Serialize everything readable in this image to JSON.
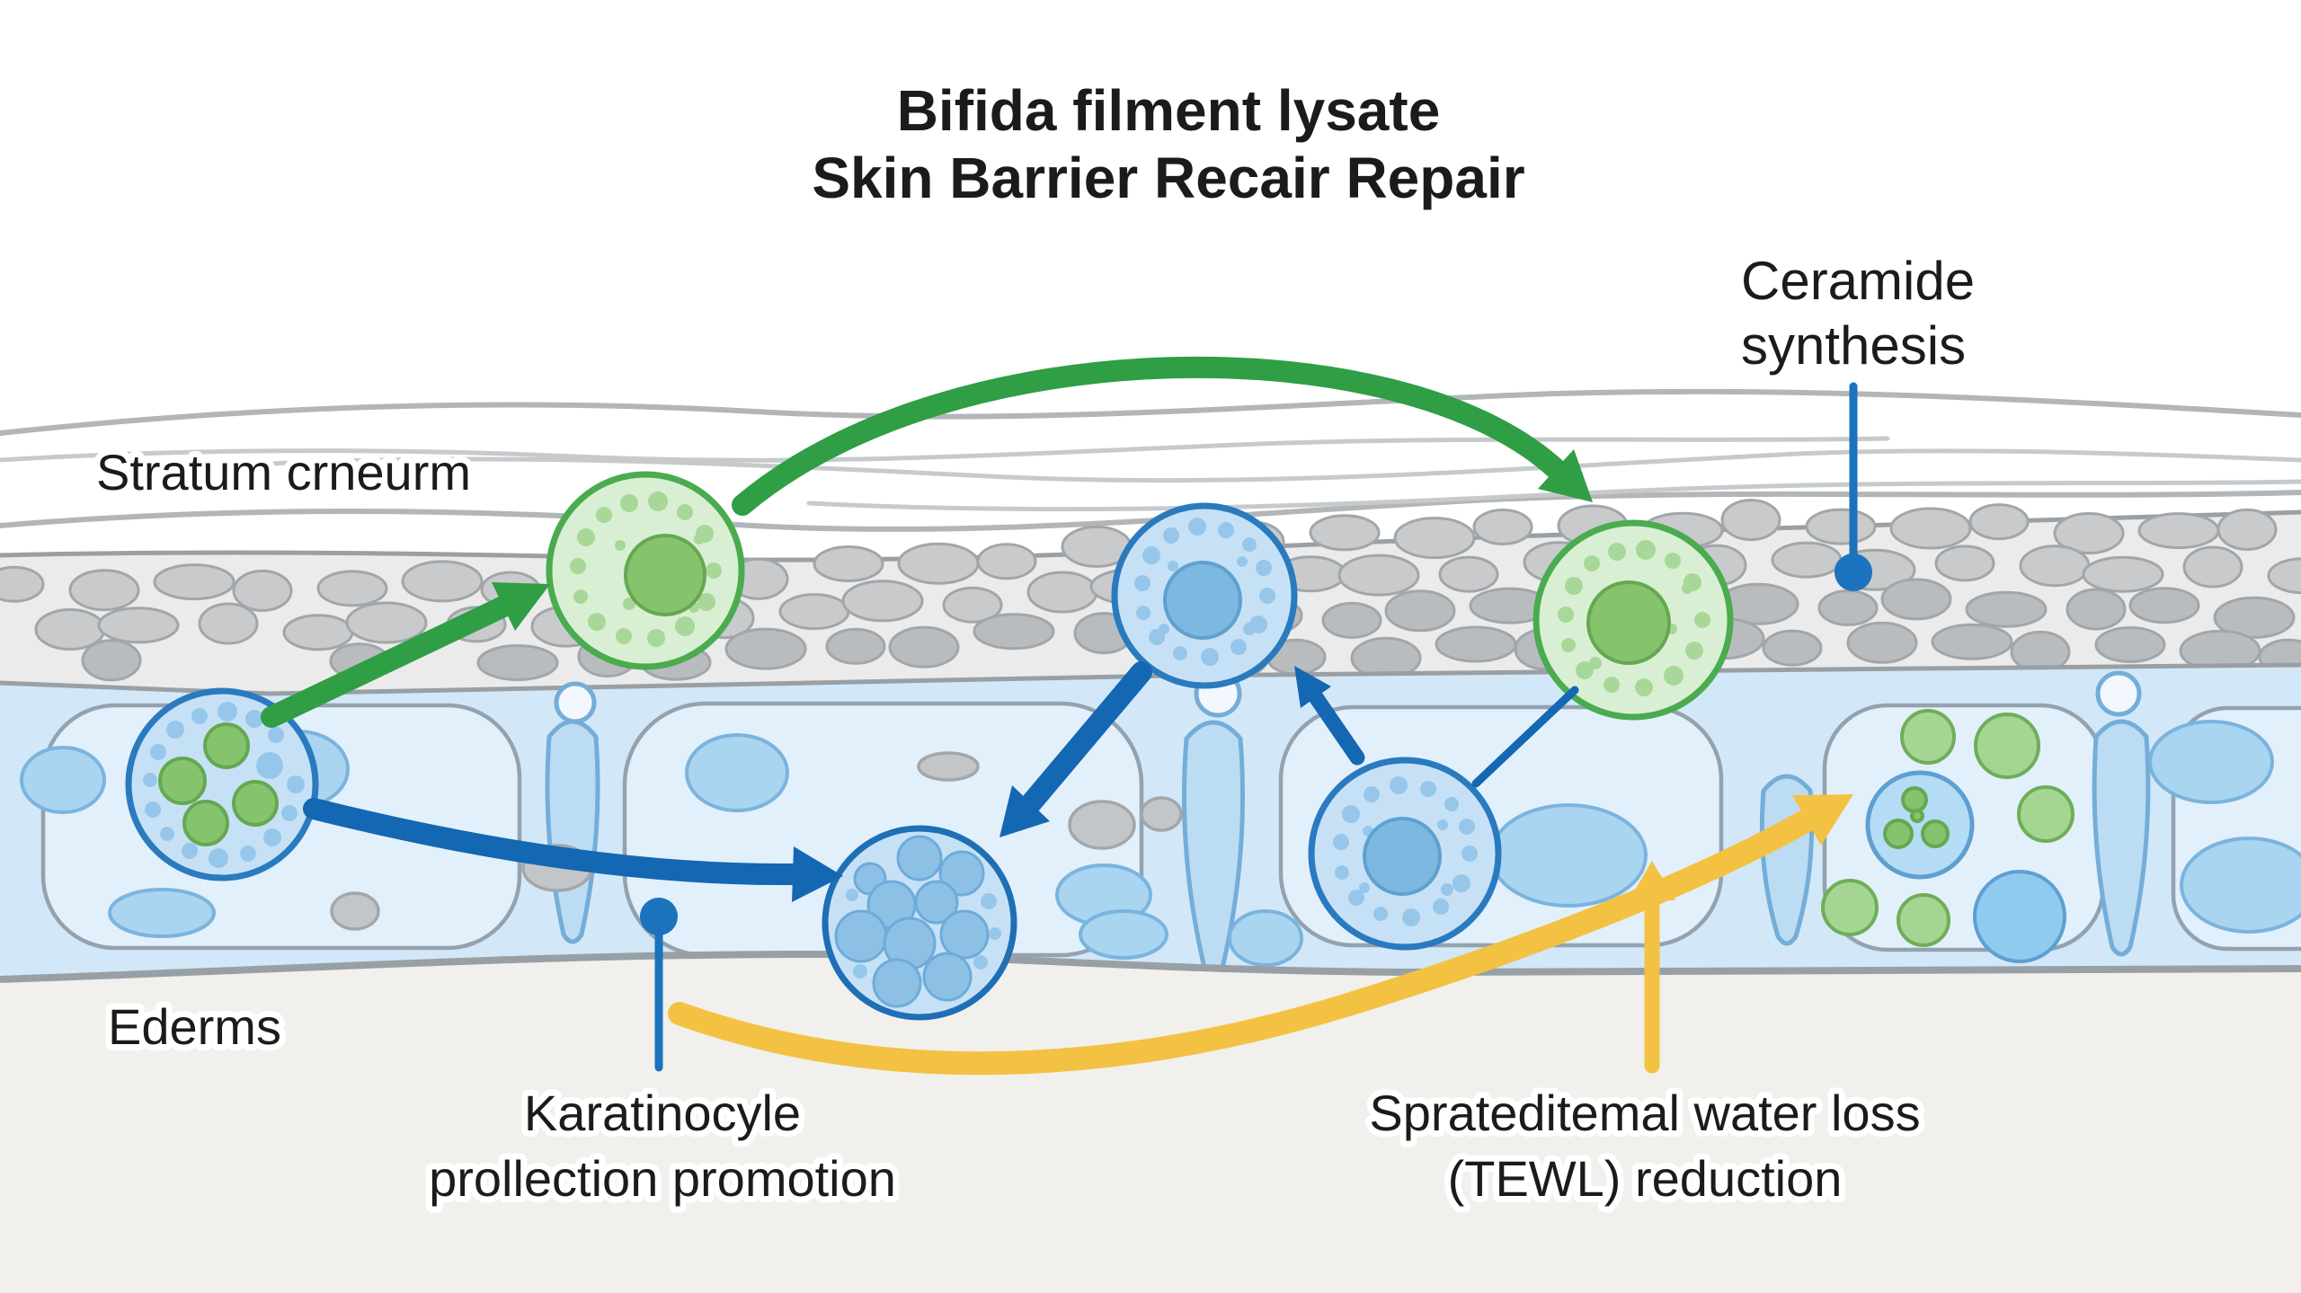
{
  "title": {
    "line1": "Bifida filment lysate",
    "line2": "Skin Barrier Recair Repair"
  },
  "labels": {
    "stratum_corneum": "Stratum crneurm",
    "epidermis": "Ederms",
    "ceramide": {
      "line1": "Ceramide",
      "line2": "synthesis"
    },
    "keratinocyte": {
      "line1": "Karatinocyle",
      "line2": "prollection promotion"
    },
    "tewl": {
      "line1": "Sprateditemal water loss",
      "line2": "(TEWL) reduction"
    }
  },
  "icons": {
    "green_diagonal_arrow": "differentiation-arrow",
    "green_arc_arrow": "surface-migration-arc-arrow",
    "blue_right_arrow": "proliferation-arrow",
    "blue_down_arrow": "signal-down-arrow",
    "blue_up_arrow": "signal-up-arrow",
    "yellow_curve_arrow": "tewl-reduction-curve-arrow",
    "yellow_up_arrow": "tewl-up-arrow",
    "callout_pin": "callout-pin-dot"
  },
  "colors": {
    "ink": "#1b1b1b",
    "green": "#2f9e45",
    "blue": "#1467b3",
    "yellow": "#f3c243",
    "callout": "#1b72bd",
    "band_blue": "#d2e8f8",
    "compartment_fill": "#e2f0fb",
    "compartment_stroke": "#93a2ae",
    "pebble_band": "#ebebeb",
    "pebble_fill": "#c8cacc",
    "pebble_dark_fill": "#b9bcbf",
    "pebble_stroke": "#a2a6a9",
    "layer_line": "#99a0a5",
    "wavy_line": "#b2b6b9",
    "wavy_line_light": "#c7cacd",
    "dermis_fill": "#f1f0ed",
    "duct_fill": "#bcdcf4",
    "duct_stroke": "#74add8",
    "ellipse_blue_fill": "#a9d5f1",
    "ellipse_blue_stroke": "#7ab4de",
    "ellipse_gray_fill": "#c3c6c8",
    "ellipse_gray_stroke": "#a3a7aa",
    "cell_blue_fill": "#c6e1f6",
    "cell_blue_stroke": "#2a7abf",
    "cell_blue_dark_stroke": "#1e6fb5",
    "cell_blue_dot": "#96c7ea",
    "nucleus_blue": "#7db8e0",
    "nucleus_blue_stroke": "#5fa0cf",
    "granule_blue_fill": "#8cc1e5",
    "granule_blue_stroke": "#6eabdb",
    "cell_green_fill": "#d9efd3",
    "cell_green_stroke": "#4aab4f",
    "nucleus_green": "#85c46d",
    "nucleus_green_stroke": "#65a851",
    "dot_green": "#a7d899",
    "cluster_green_fill": "#a5d593",
    "cluster_green_stroke": "#6fae58",
    "host_blue_fill": "#b4dcf5",
    "host_blue_stroke": "#5e9fd2",
    "deep_blue_fill": "#8ecbee"
  }
}
